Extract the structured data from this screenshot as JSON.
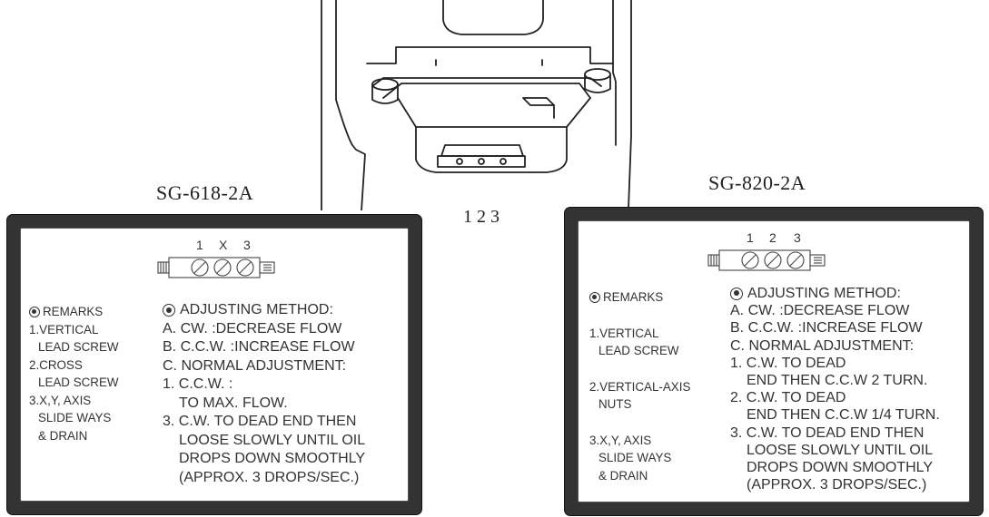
{
  "drawing": {
    "caption": "1 2 3"
  },
  "left_plate": {
    "model": "SG-618-2A",
    "distributor_labels": [
      "1",
      "X",
      "3"
    ],
    "remarks": {
      "title": "REMARKS",
      "lines": [
        "1.VERTICAL",
        "LEAD SCREW",
        "2.CROSS",
        "LEAD SCREW",
        "3.X,Y, AXIS",
        "SLIDE WAYS",
        "& DRAIN"
      ]
    },
    "method": {
      "title": "ADJUSTING METHOD:",
      "lines": [
        "A. CW. :DECREASE FLOW",
        "B. C.C.W. :INCREASE FLOW",
        "C. NORMAL ADJUSTMENT:",
        "1. C.C.W.  :",
        "TO MAX. FLOW.",
        "3. C.W. TO DEAD END THEN",
        "LOOSE SLOWLY UNTIL OIL",
        "DROPS DOWN SMOOTHLY",
        "(APPROX. 3 DROPS/SEC.)"
      ]
    }
  },
  "right_plate": {
    "model": "SG-820-2A",
    "distributor_labels": [
      "1",
      "2",
      "3"
    ],
    "remarks": {
      "title": "REMARKS",
      "lines": [
        "1.VERTICAL",
        "LEAD SCREW",
        "2.VERTICAL-AXIS",
        "NUTS",
        "3.X,Y, AXIS",
        "SLIDE WAYS",
        "& DRAIN"
      ]
    },
    "method": {
      "title": "ADJUSTING METHOD:",
      "lines": [
        "A. CW. :DECREASE FLOW",
        "B. C.C.W. :INCREASE FLOW",
        "C. NORMAL ADJUSTMENT:",
        "1. C.W. TO DEAD",
        "END THEN C.C.W 2 TURN.",
        "2. C.W. TO DEAD",
        "END THEN C.C.W 1/4 TURN.",
        "3. C.W. TO DEAD END THEN",
        "LOOSE SLOWLY UNTIL OIL",
        "DROPS DOWN SMOOTHLY",
        "(APPROX. 3 DROPS/SEC.)"
      ]
    }
  }
}
